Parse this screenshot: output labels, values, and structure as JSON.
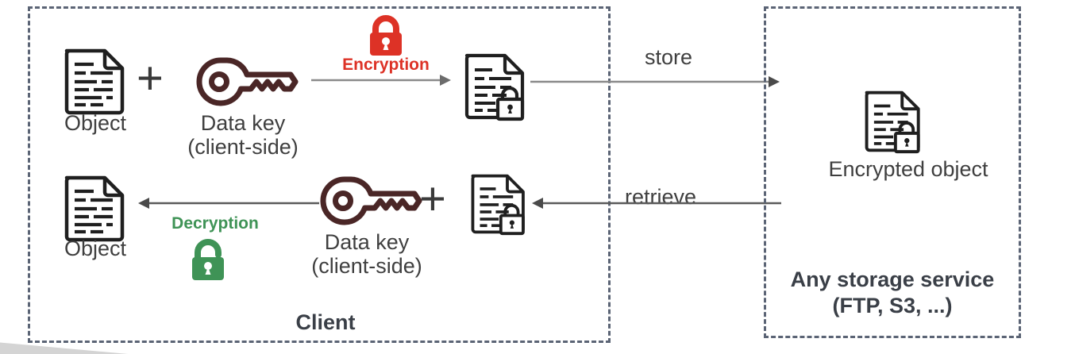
{
  "diagram": {
    "title": "Client-side encryption flow",
    "colors": {
      "lock_red": "#dd3226",
      "unlock_green": "#3f9356",
      "key_maroon": "#4a2626",
      "icon_dark": "#1f1f1f",
      "dashed_border": "#5b6475",
      "text": "#3f3f3f",
      "arrow_top": "#8a8a8a",
      "arrow_bottom": "#5a5a5a"
    }
  },
  "client_panel": {
    "label": "Client",
    "top_row": {
      "object_caption": "Object",
      "plus_symbol": "+",
      "key_caption": "Data key\n(client-side)",
      "operation_label": "Encryption",
      "encrypted_object_caption": ""
    },
    "bottom_row": {
      "object_caption": "Object",
      "operation_label": "Decryption",
      "key_caption": "Data key\n(client-side)",
      "plus_symbol": "+"
    }
  },
  "storage_panel": {
    "encrypted_object_caption": "Encrypted object",
    "title_line1": "Any storage service",
    "title_line2": "(FTP, S3, ...)"
  },
  "flows": {
    "store_label": "store",
    "retrieve_label": "retrieve"
  }
}
